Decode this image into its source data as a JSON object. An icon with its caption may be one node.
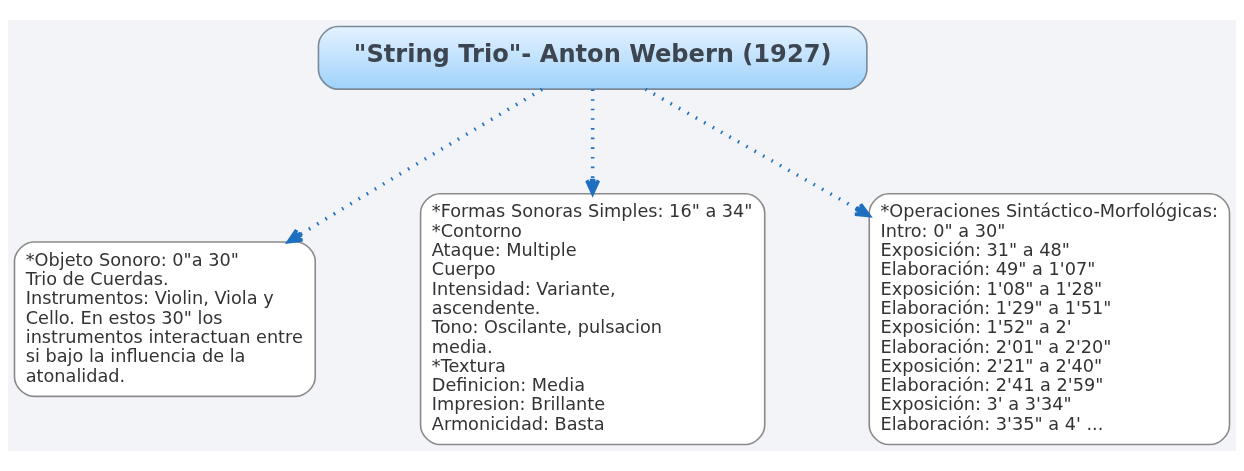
{
  "diagram": {
    "nodes": [
      {
        "text": [
          "\"String Trio\"- Anton Webern (1927)"
        ]
      },
      {
        "text": [
          "*Objeto Sonoro: 0\"a 30\"",
          "Trio de Cuerdas.",
          "Instrumentos: Violin, Viola y Cello. En estos 30\" los instrumentos interactuan entre si bajo la influencia de la atonalidad."
        ]
      },
      {
        "text": [
          "*Formas Sonoras Simples: 16\" a 34\"",
          "*Contorno",
          "Ataque: Multiple",
          "Cuerpo",
          "Intensidad: Variante, ascendente.",
          "Tono: Oscilante, pulsacion media.",
          "*Textura",
          "Definicion: Media",
          "Impresion: Brillante",
          "Armonicidad: Basta"
        ]
      },
      {
        "text": [
          "*Operaciones Sintáctico-Morfológicas:",
          "Intro: 0\" a 30\"",
          "Exposición: 31\" a 48\"",
          "Elaboración: 49\" a 1'07\"",
          "Exposición: 1'08\" a 1'28\"",
          "Elaboración: 1'29\" a 1'51\"",
          "Exposición: 1'52\" a 2'",
          "Elaboración: 2'01\" a 2'20\"",
          "Exposición: 2'21\" a 2'40\"",
          "Elaboración: 2'41 a 2'59\"",
          "Exposición: 3' a 3'34\"",
          "Elaboración: 3'35\" a 4' ..."
        ]
      }
    ],
    "edges": [
      {
        "from": 0,
        "to": 1,
        "arrow": "to",
        "style": "dashed"
      },
      {
        "from": 0,
        "to": 2,
        "arrow": "to",
        "style": "dashed"
      },
      {
        "from": 0,
        "to": 3,
        "arrow": "to",
        "style": "dashed"
      }
    ]
  }
}
